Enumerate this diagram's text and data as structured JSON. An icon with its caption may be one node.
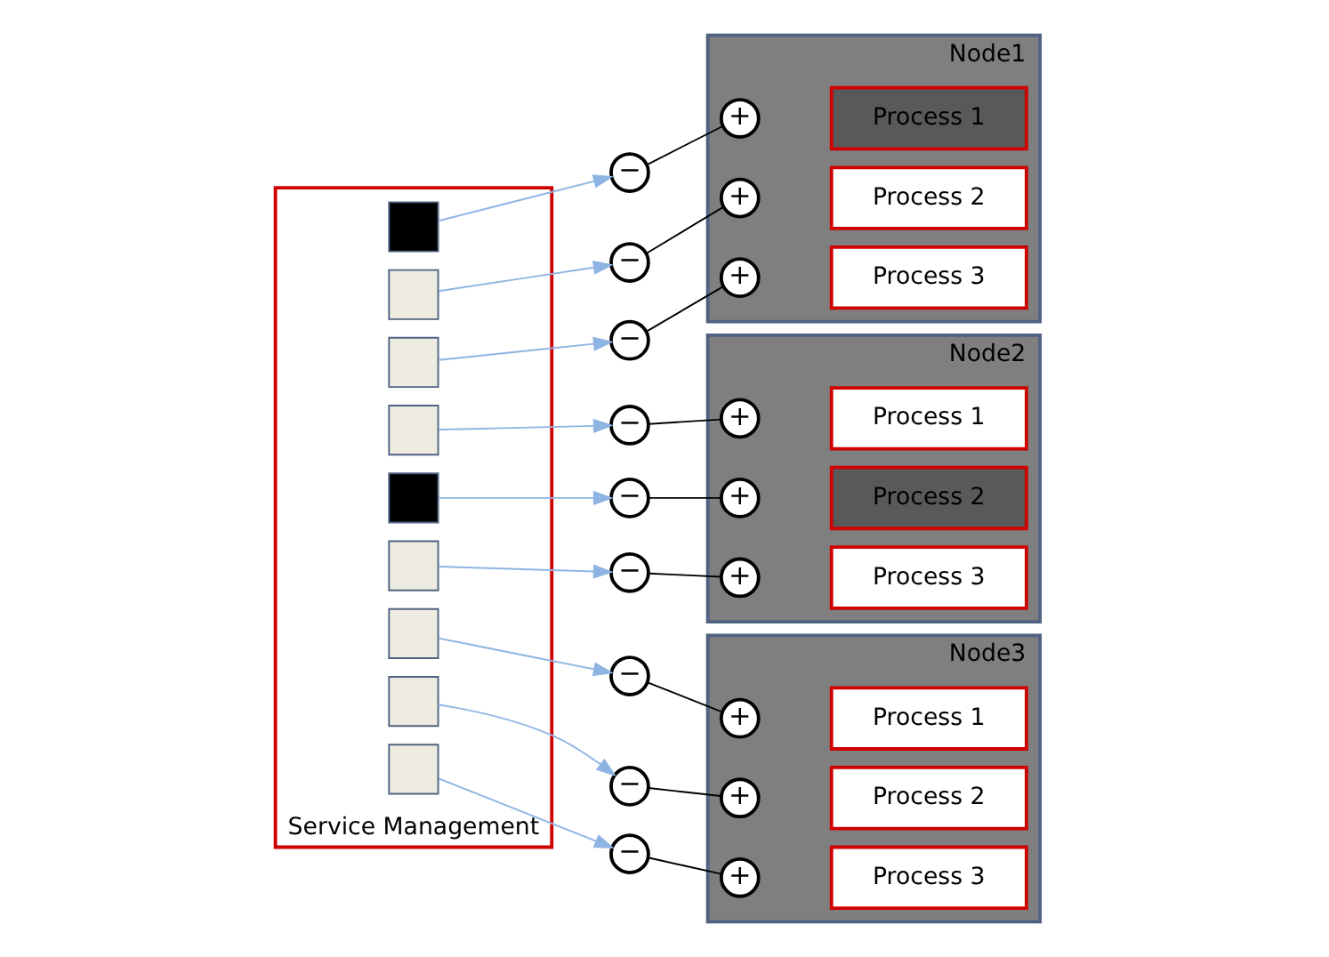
{
  "diagram": {
    "nodes": [
      {
        "text": [
          "Service Management"
        ]
      },
      {
        "text": [],
        "shape": "box",
        "in": 0
      },
      {
        "text": [],
        "shape": "box",
        "in": 0
      },
      {
        "text": [],
        "shape": "box",
        "in": 0
      },
      {
        "text": [],
        "shape": "box",
        "in": 0
      },
      {
        "text": [],
        "shape": "box",
        "in": 0
      },
      {
        "text": [],
        "shape": "box",
        "in": 0
      },
      {
        "text": [],
        "shape": "box",
        "in": 0
      },
      {
        "text": [],
        "shape": "box",
        "in": 0
      },
      {
        "text": [],
        "shape": "box",
        "in": 0
      },
      {
        "text": [
          "−"
        ]
      },
      {
        "text": [
          "−"
        ]
      },
      {
        "text": [
          "−"
        ]
      },
      {
        "text": [
          "−"
        ]
      },
      {
        "text": [
          "−"
        ]
      },
      {
        "text": [
          "−"
        ]
      },
      {
        "text": [
          "−"
        ]
      },
      {
        "text": [
          "−"
        ]
      },
      {
        "text": [
          "−"
        ]
      },
      {
        "text": [
          "Node1"
        ]
      },
      {
        "text": [
          "+"
        ],
        "in": 19
      },
      {
        "text": [
          "+"
        ],
        "in": 19
      },
      {
        "text": [
          "+"
        ],
        "in": 19
      },
      {
        "text": [
          "Process 1"
        ],
        "in": 19
      },
      {
        "text": [
          "Process 2"
        ],
        "in": 19
      },
      {
        "text": [
          "Process 3"
        ],
        "in": 19
      },
      {
        "text": [
          "Node2"
        ]
      },
      {
        "text": [
          "+"
        ],
        "in": 26
      },
      {
        "text": [
          "+"
        ],
        "in": 26
      },
      {
        "text": [
          "+"
        ],
        "in": 26
      },
      {
        "text": [
          "Process 1"
        ],
        "in": 26
      },
      {
        "text": [
          "Process 2"
        ],
        "in": 26
      },
      {
        "text": [
          "Process 3"
        ],
        "in": 26
      },
      {
        "text": [
          "Node3"
        ]
      },
      {
        "text": [
          "+"
        ],
        "in": 33
      },
      {
        "text": [
          "+"
        ],
        "in": 33
      },
      {
        "text": [
          "+"
        ],
        "in": 33
      },
      {
        "text": [
          "Process 1"
        ],
        "in": 33
      },
      {
        "text": [
          "Process 2"
        ],
        "in": 33
      },
      {
        "text": [
          "Process 3"
        ],
        "in": 33
      }
    ],
    "edges": [
      {
        "from": 1,
        "to": 10,
        "arrow": "to",
        "color": "#8eb4e3"
      },
      {
        "from": 10,
        "to": 20,
        "arrow": "none",
        "color": "#000000"
      },
      {
        "from": 2,
        "to": 11,
        "arrow": "to",
        "color": "#8eb4e3"
      },
      {
        "from": 11,
        "to": 21,
        "arrow": "none",
        "color": "#000000"
      },
      {
        "from": 3,
        "to": 12,
        "arrow": "to",
        "color": "#8eb4e3"
      },
      {
        "from": 12,
        "to": 22,
        "arrow": "none",
        "color": "#000000"
      },
      {
        "from": 4,
        "to": 13,
        "arrow": "to",
        "color": "#8eb4e3"
      },
      {
        "from": 13,
        "to": 27,
        "arrow": "none",
        "color": "#000000"
      },
      {
        "from": 5,
        "to": 14,
        "arrow": "to",
        "color": "#8eb4e3"
      },
      {
        "from": 14,
        "to": 28,
        "arrow": "none",
        "color": "#000000"
      },
      {
        "from": 6,
        "to": 15,
        "arrow": "to",
        "color": "#8eb4e3"
      },
      {
        "from": 15,
        "to": 29,
        "arrow": "none",
        "color": "#000000"
      },
      {
        "from": 7,
        "to": 16,
        "arrow": "to",
        "color": "#8eb4e3"
      },
      {
        "from": 16,
        "to": 34,
        "arrow": "none",
        "color": "#000000"
      },
      {
        "from": 8,
        "to": 17,
        "arrow": "to",
        "color": "#8eb4e3"
      },
      {
        "from": 17,
        "to": 35,
        "arrow": "none",
        "color": "#000000"
      },
      {
        "from": 9,
        "to": 18,
        "arrow": "to",
        "color": "#8eb4e3"
      },
      {
        "from": 18,
        "to": 36,
        "arrow": "none",
        "color": "#000000"
      }
    ]
  }
}
